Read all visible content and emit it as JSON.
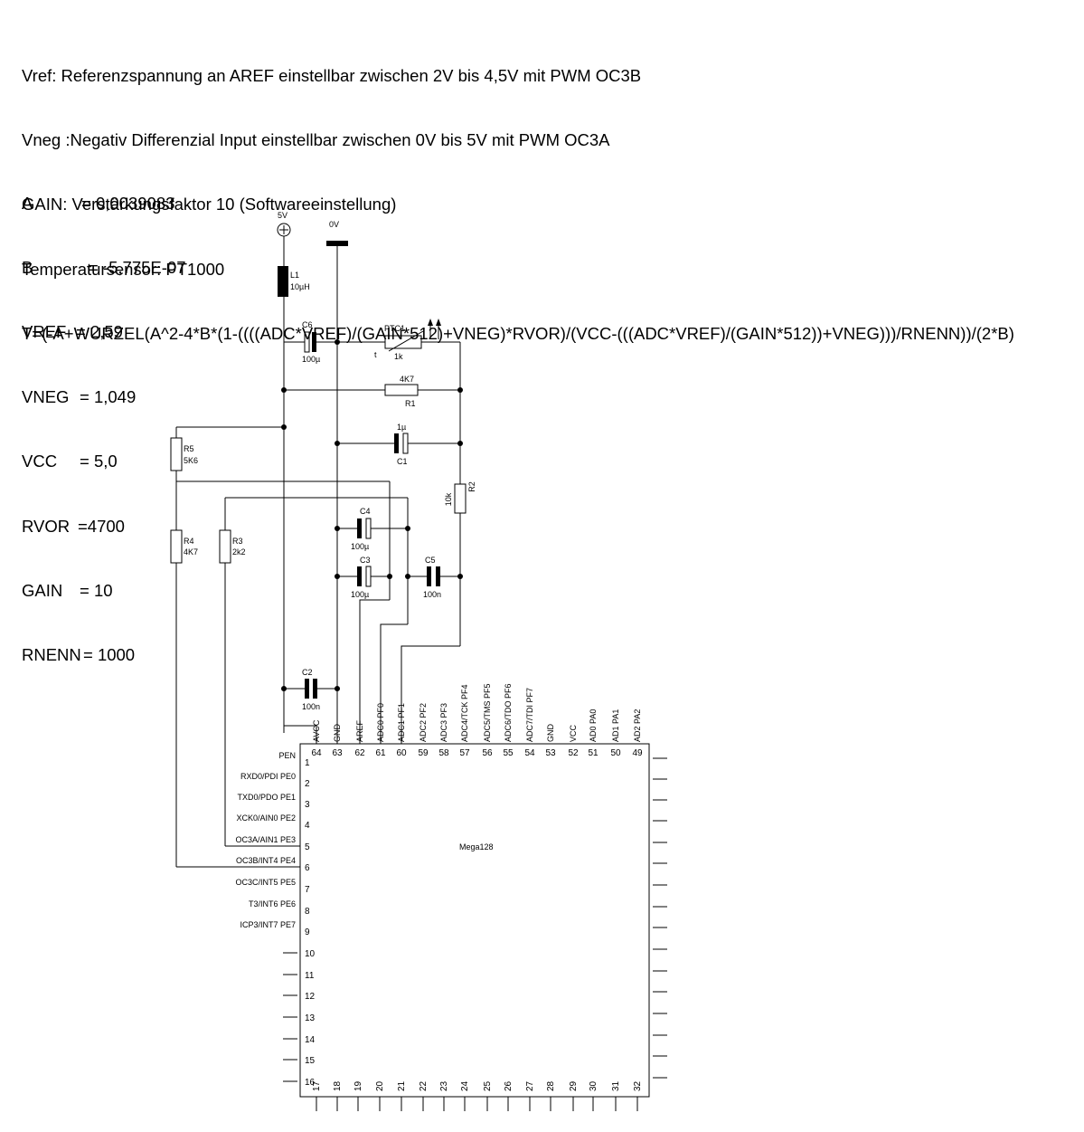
{
  "notes": [
    "Vref: Referenzspannung an AREF einstellbar zwischen 2V bis 4,5V mit PWM OC3B",
    "Vneg :Negativ Differenzial Input einstellbar zwischen 0V bis 5V mit PWM OC3A",
    "GAIN: Verstärkungsfaktor 10 (Softwareeinstellung)",
    "Temperatursensor: PT1000",
    "T=(-A+WURZEL(A^2-4*B*(1-((((ADC*VREF)/(GAIN*512)+VNEG)*RVOR)/(VCC-(((ADC*VREF)/(GAIN*512))+VNEG)))/RNENN))/(2*B)"
  ],
  "constants": [
    {
      "name": "A",
      "value": "= 0,0039083"
    },
    {
      "name": "B",
      "value": "= -5,775E-07"
    },
    {
      "name": "VREF",
      "value": "= 2,59"
    },
    {
      "name": "VNEG",
      "value": "= 1,049"
    },
    {
      "name": "VCC",
      "value": "= 5,0"
    },
    {
      "name": "RVOR",
      "value": "=4700"
    },
    {
      "name": "GAIN",
      "value": "= 10"
    },
    {
      "name": "RNENN",
      "value": "= 1000"
    }
  ],
  "supply": {
    "plus": "5V",
    "ground": "0V"
  },
  "components": {
    "L1": {
      "ref": "L1",
      "value": "10µH"
    },
    "C6": {
      "ref": "C6",
      "value": "100µ"
    },
    "PTC1": {
      "ref": "PTC1",
      "value": "1k"
    },
    "R1": {
      "ref": "R1",
      "value": "4K7"
    },
    "C1": {
      "ref": "C1",
      "value": "1µ"
    },
    "R5": {
      "ref": "R5",
      "value": "5K6"
    },
    "R2": {
      "ref": "R2",
      "value": "10k"
    },
    "C4": {
      "ref": "C4",
      "value": "100µ"
    },
    "C3": {
      "ref": "C3",
      "value": "100µ"
    },
    "C5": {
      "ref": "C5",
      "value": "100n"
    },
    "R4": {
      "ref": "R4",
      "value": "4K7"
    },
    "R3": {
      "ref": "R3",
      "value": "2k2"
    },
    "C2": {
      "ref": "C2",
      "value": "100n"
    }
  },
  "ic": {
    "name": "Mega128",
    "top_pins": [
      {
        "num": "64",
        "label": "AVCC"
      },
      {
        "num": "63",
        "label": "GND"
      },
      {
        "num": "62",
        "label": "AREF"
      },
      {
        "num": "61",
        "label": "ADC0 PF0"
      },
      {
        "num": "60",
        "label": "ADC1 PF1"
      },
      {
        "num": "59",
        "label": "ADC2 PF2"
      },
      {
        "num": "58",
        "label": "ADC3 PF3"
      },
      {
        "num": "57",
        "label": "ADC4/TCK PF4"
      },
      {
        "num": "56",
        "label": "ADC5/TMS PF5"
      },
      {
        "num": "55",
        "label": "ADC6/TDO PF6"
      },
      {
        "num": "54",
        "label": "ADC7/TDI PF7"
      },
      {
        "num": "53",
        "label": "GND"
      },
      {
        "num": "52",
        "label": "VCC"
      },
      {
        "num": "51",
        "label": "AD0 PA0"
      },
      {
        "num": "50",
        "label": "AD1 PA1"
      },
      {
        "num": "49",
        "label": "AD2 PA2"
      }
    ],
    "left_pins": [
      {
        "num": "1",
        "label": "PEN"
      },
      {
        "num": "2",
        "label": "RXD0/PDI PE0"
      },
      {
        "num": "3",
        "label": "TXD0/PDO PE1"
      },
      {
        "num": "4",
        "label": "XCK0/AIN0 PE2"
      },
      {
        "num": "5",
        "label": "OC3A/AIN1 PE3"
      },
      {
        "num": "6",
        "label": "OC3B/INT4 PE4"
      },
      {
        "num": "7",
        "label": "OC3C/INT5 PE5"
      },
      {
        "num": "8",
        "label": "T3/INT6 PE6"
      },
      {
        "num": "9",
        "label": "ICP3/INT7 PE7"
      },
      {
        "num": "10",
        "label": ""
      },
      {
        "num": "11",
        "label": ""
      },
      {
        "num": "12",
        "label": ""
      },
      {
        "num": "13",
        "label": ""
      },
      {
        "num": "14",
        "label": ""
      },
      {
        "num": "15",
        "label": ""
      },
      {
        "num": "16",
        "label": ""
      }
    ],
    "bottom_pins": [
      "17",
      "18",
      "19",
      "20",
      "21",
      "22",
      "23",
      "24",
      "25",
      "26",
      "27",
      "28",
      "29",
      "30",
      "31",
      "32"
    ]
  }
}
